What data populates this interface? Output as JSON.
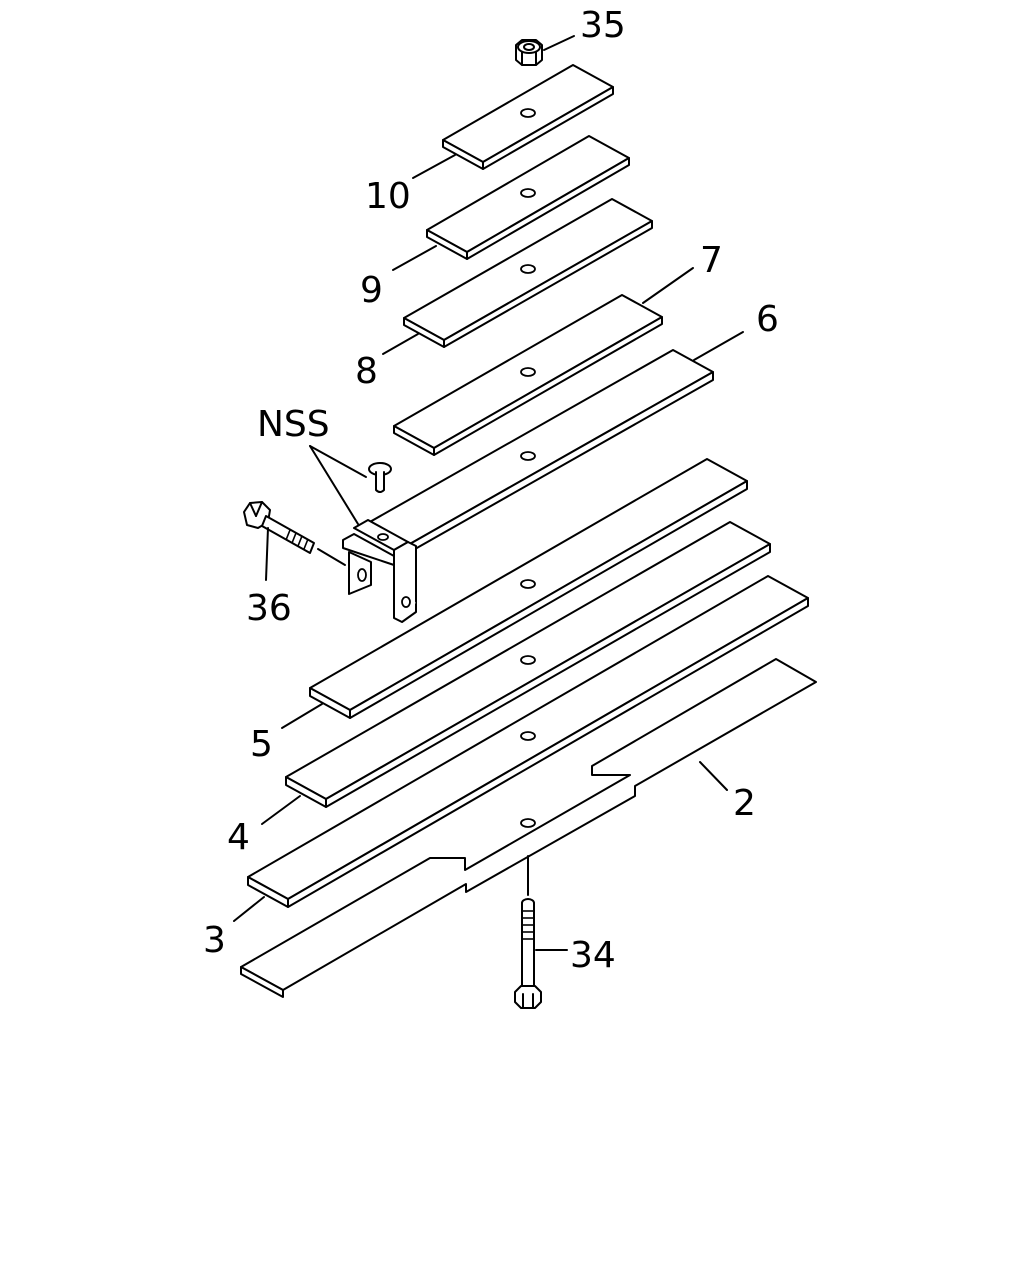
{
  "diagram": {
    "callouts": {
      "c35": "35",
      "c10": "10",
      "c9": "9",
      "c8": "8",
      "c7": "7",
      "c6": "6",
      "cNSS": "NSS",
      "c36": "36",
      "c5": "5",
      "c4": "4",
      "c3": "3",
      "c2": "2",
      "c34": "34"
    },
    "line_color": "#000000",
    "background": "#ffffff"
  }
}
